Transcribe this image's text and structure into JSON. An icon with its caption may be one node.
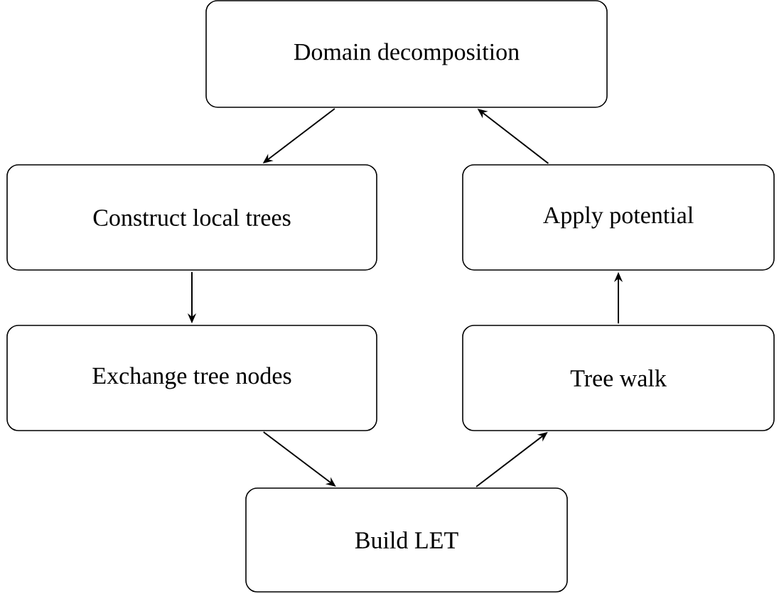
{
  "diagram": {
    "nodes": [
      {
        "text": [
          "Domain decomposition"
        ]
      },
      {
        "text": [
          "Construct local trees"
        ]
      },
      {
        "text": [
          "Apply potential"
        ]
      },
      {
        "text": [
          "Exchange tree nodes"
        ]
      },
      {
        "text": [
          "Tree walk"
        ]
      },
      {
        "text": [
          "Build LET"
        ]
      }
    ],
    "edges": [
      {
        "from": 0,
        "to": 1,
        "arrow": "to"
      },
      {
        "from": 1,
        "to": 3,
        "arrow": "to"
      },
      {
        "from": 3,
        "to": 5,
        "arrow": "to"
      },
      {
        "from": 5,
        "to": 4,
        "arrow": "to"
      },
      {
        "from": 4,
        "to": 2,
        "arrow": "to"
      },
      {
        "from": 2,
        "to": 0,
        "arrow": "to"
      }
    ]
  }
}
